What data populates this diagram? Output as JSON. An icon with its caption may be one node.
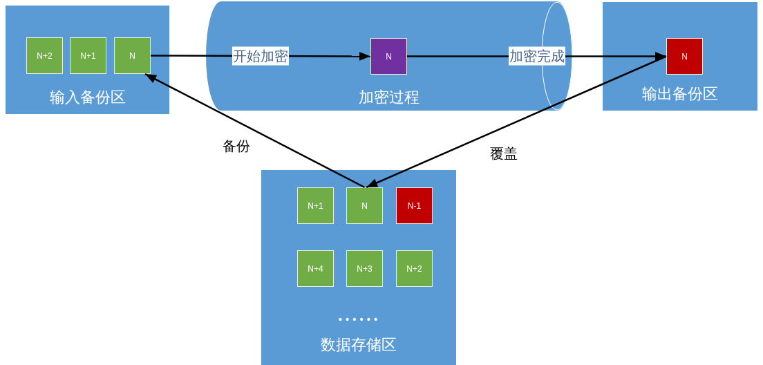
{
  "diagram": {
    "nodes": [
      {
        "text": [
          "输入备份区"
        ]
      },
      {
        "text": [
          "N+2"
        ],
        "in": 0
      },
      {
        "text": [
          "N+1"
        ],
        "in": 0
      },
      {
        "text": [
          "N"
        ],
        "in": 0
      },
      {
        "text": [
          "加密过程"
        ]
      },
      {
        "text": [
          "N"
        ],
        "in": 4
      },
      {
        "text": [
          "输出备份区"
        ]
      },
      {
        "text": [
          "N"
        ],
        "in": 6
      },
      {
        "text": [
          "数据存储区"
        ]
      },
      {
        "text": [
          "N+1"
        ],
        "in": 8
      },
      {
        "text": [
          "N"
        ],
        "in": 8
      },
      {
        "text": [
          "N-1"
        ],
        "in": 8
      },
      {
        "text": [
          "N+4"
        ],
        "in": 8
      },
      {
        "text": [
          "N+3"
        ],
        "in": 8
      },
      {
        "text": [
          "N+2"
        ],
        "in": 8
      }
    ],
    "edges": [
      {
        "from": 3,
        "to": 5,
        "arrow": "to",
        "label": "开始加密"
      },
      {
        "from": 5,
        "to": 7,
        "arrow": "to",
        "label": "加密完成"
      },
      {
        "from": 10,
        "to": 3,
        "arrow": "to",
        "label": "备份"
      },
      {
        "from": 7,
        "to": 10,
        "arrow": "to",
        "label": "覆盖"
      }
    ],
    "labels": [
      "••••••"
    ]
  }
}
